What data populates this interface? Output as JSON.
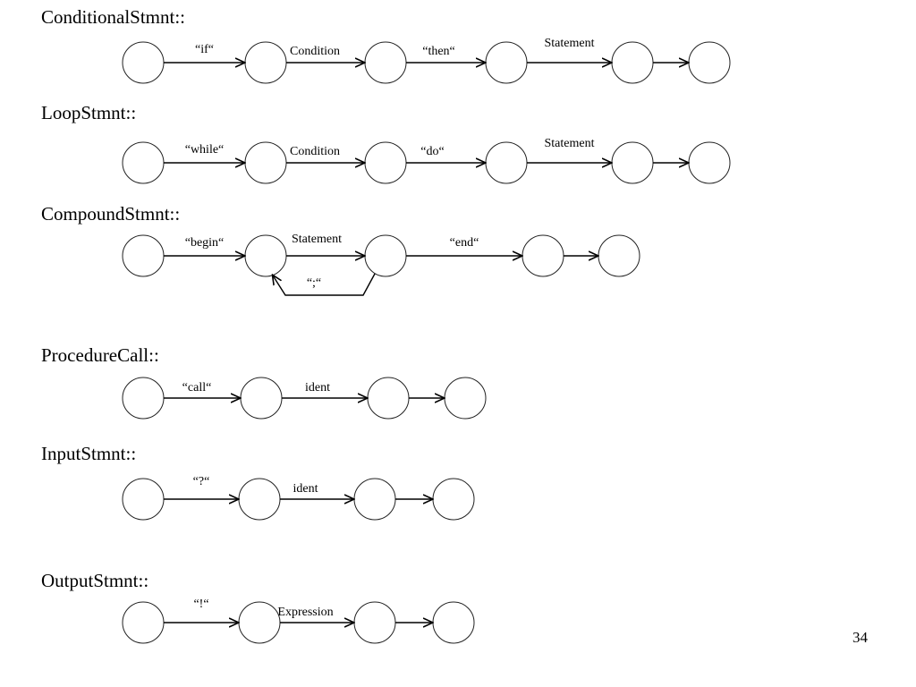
{
  "page_number": "34",
  "diagrams": [
    {
      "id": "conditional",
      "title": "ConditionalStmnt::",
      "edges": [
        {
          "label": "“if“"
        },
        {
          "label": "Condition"
        },
        {
          "label": "“then“"
        },
        {
          "label": "Statement"
        },
        {
          "label": ""
        }
      ]
    },
    {
      "id": "loop",
      "title": "LoopStmnt::",
      "edges": [
        {
          "label": "“while“"
        },
        {
          "label": "Condition"
        },
        {
          "label": "“do“"
        },
        {
          "label": "Statement"
        },
        {
          "label": ""
        }
      ]
    },
    {
      "id": "compound",
      "title": "CompoundStmnt::",
      "edges": [
        {
          "label": "“begin“"
        },
        {
          "label": "Statement"
        },
        {
          "label": "“end“"
        },
        {
          "label": ""
        }
      ],
      "loop_label": "“;“"
    },
    {
      "id": "procedure",
      "title": "ProcedureCall::",
      "edges": [
        {
          "label": "“call“"
        },
        {
          "label": "ident"
        },
        {
          "label": ""
        }
      ]
    },
    {
      "id": "input",
      "title": "InputStmnt::",
      "edges": [
        {
          "label": "“?“"
        },
        {
          "label": "ident"
        },
        {
          "label": ""
        }
      ]
    },
    {
      "id": "output",
      "title": "OutputStmnt::",
      "edges": [
        {
          "label": "“!“"
        },
        {
          "label": "Expression"
        },
        {
          "label": ""
        }
      ]
    }
  ]
}
